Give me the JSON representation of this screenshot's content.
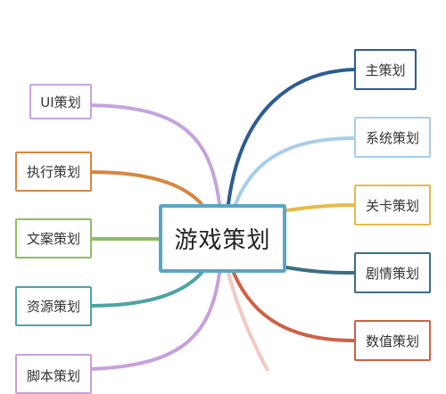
{
  "center": {
    "label": "游戏策划",
    "color": "#5aa6c6"
  },
  "left_nodes": [
    {
      "label": "UI策划",
      "color": "#c5a3df"
    },
    {
      "label": "执行策划",
      "color": "#d8863f"
    },
    {
      "label": "文案策划",
      "color": "#8cbf5e"
    },
    {
      "label": "资源策划",
      "color": "#4fa3a5"
    },
    {
      "label": "脚本策划",
      "color": "#c7a0dd"
    }
  ],
  "right_nodes": [
    {
      "label": "主策划",
      "color": "#2e5c93"
    },
    {
      "label": "系统策划",
      "color": "#a8cde9"
    },
    {
      "label": "关卡策划",
      "color": "#e8b94a"
    },
    {
      "label": "剧情策划",
      "color": "#3a6f82"
    },
    {
      "label": "数值策划",
      "color": "#cf6145"
    }
  ]
}
